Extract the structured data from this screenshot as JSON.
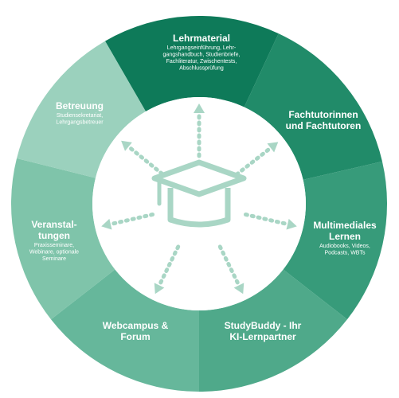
{
  "segments": [
    {
      "id": "lehrmaterial",
      "title": [
        "Lehrmaterial"
      ],
      "sub": [
        "Lehrgangseinführung, Lehr-",
        "gangshandbuch, Studienbriefe,",
        "Fachliteratur, Zwischentests,",
        "Abschlussprüfung"
      ],
      "color": "#0e7a59"
    },
    {
      "id": "fachtutoren",
      "title": [
        "Fachtutorinnen",
        "und Fachtutoren"
      ],
      "sub": [],
      "color": "#218b69"
    },
    {
      "id": "multimedia",
      "title": [
        "Multimediales",
        "Lernen"
      ],
      "sub": [
        "Audiobooks, Videos,",
        "Podcasts, WBTs"
      ],
      "color": "#379b7a"
    },
    {
      "id": "studybuddy",
      "title": [
        "StudyBuddy - Ihr",
        "KI-Lernpartner"
      ],
      "sub": [],
      "color": "#4fa98a"
    },
    {
      "id": "webcampus",
      "title": [
        "Webcampus &",
        "Forum"
      ],
      "sub": [],
      "color": "#66b79b"
    },
    {
      "id": "veranstaltungen",
      "title": [
        "Veranstal-",
        "tungen"
      ],
      "sub": [
        "Praxisseminare,",
        "Webinare, optionale",
        "Seminare"
      ],
      "color": "#7fc4aa"
    },
    {
      "id": "betreuung",
      "title": [
        "Betreuung"
      ],
      "sub": [
        "Studiensekretariat,",
        "Lehrgangsbetreuer"
      ],
      "color": "#9bd1bd"
    }
  ],
  "colors": {
    "center_fill": "#ffffff",
    "icon": "#a9d6c5",
    "arrows": "#a9d6c5"
  },
  "icons": {
    "center": "graduation-cap-icon"
  }
}
